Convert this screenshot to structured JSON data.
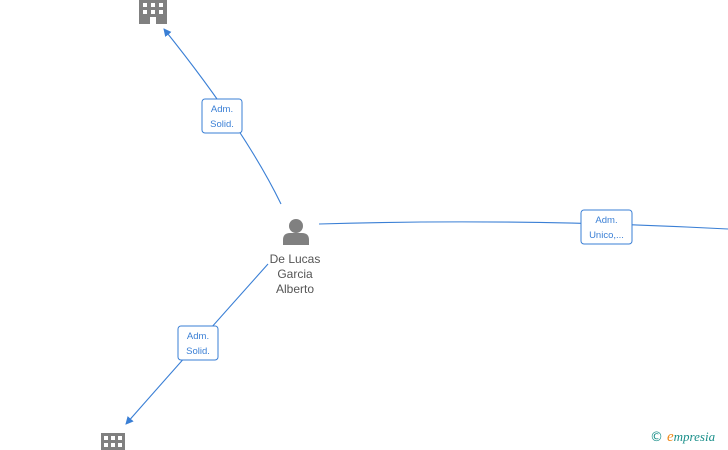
{
  "graph": {
    "center_person": {
      "icon": "person-icon",
      "name_lines": [
        "De Lucas",
        "Garcia",
        "Alberto"
      ]
    },
    "relations": [
      {
        "target": "company-top",
        "label_lines": [
          "Adm.",
          "Solid."
        ]
      },
      {
        "target": "company-right",
        "label_lines": [
          "Adm.",
          "Unico,..."
        ]
      },
      {
        "target": "company-bottom",
        "label_lines": [
          "Adm.",
          "Solid."
        ]
      }
    ],
    "companies": [
      {
        "id": "company-top",
        "icon": "building-icon"
      },
      {
        "id": "company-bottom",
        "icon": "building-icon"
      }
    ],
    "colors": {
      "edge": "#3a7fd5",
      "icon": "#808080",
      "name_text": "#555555"
    }
  },
  "watermark": {
    "symbol": "©",
    "brand_initial": "e",
    "brand_rest": "mpresia"
  }
}
